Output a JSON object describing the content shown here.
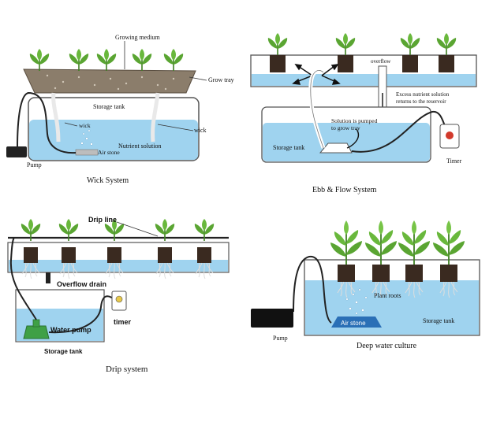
{
  "wick": {
    "caption": "Wick System",
    "growing_medium": "Growing medium",
    "grow_tray": "Grow tray",
    "storage_tank": "Storage tank",
    "wick_a": "wick",
    "wick_b": "wick",
    "nutrient_solution": "Nutrient solution",
    "air_stone": "Air stone",
    "pump": "Pump"
  },
  "ebb": {
    "caption": "Ebb & Flow System",
    "overflow": "overflow",
    "excess_line1": "Excess nutrient solution",
    "excess_line2": "returns to the reservoir",
    "pumped_line1": "Solution is pumped",
    "pumped_line2": "to grow tray",
    "storage_tank": "Storage tank",
    "timer": "Timer"
  },
  "drip": {
    "caption": "Drip system",
    "drip_line": "Drip line",
    "overflow_drain": "Overflow drain",
    "water_pump": "Water pump",
    "timer": "timer",
    "storage_tank": "Storage tank"
  },
  "dwc": {
    "caption": "Deep water culture",
    "plant_roots": "Plant roots",
    "air_stone": "Air stone",
    "storage_tank": "Storage tank",
    "pump": "Pump"
  },
  "colors": {
    "water": "#9fd3ef",
    "water_light": "#cfe9f7",
    "leaf": "#5aa532",
    "pot": "#3a2a20",
    "pump_green": "#3fa046",
    "air_stone_blue": "#2a6fb6"
  }
}
